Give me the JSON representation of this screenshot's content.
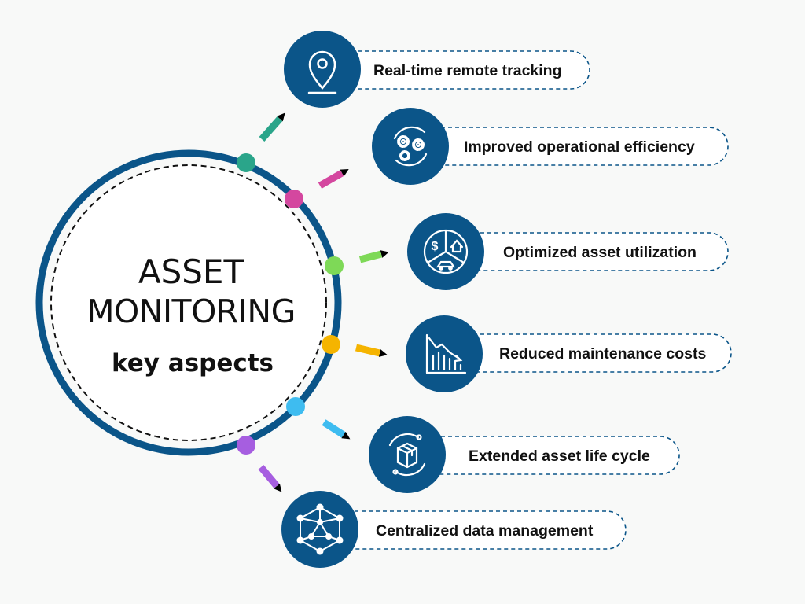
{
  "center": {
    "line1": "ASSET",
    "line2": "MONITORING",
    "line3": "key aspects"
  },
  "items": [
    {
      "label": "Real-time remote tracking",
      "icon": "location-pin-icon",
      "color": "#2aa58a"
    },
    {
      "label": "Improved operational efficiency",
      "icon": "gears-cycle-icon",
      "color": "#d4479f"
    },
    {
      "label": "Optimized asset utilization",
      "icon": "asset-pie-icon",
      "color": "#7ed957"
    },
    {
      "label": "Reduced maintenance costs",
      "icon": "declining-chart-icon",
      "color": "#f5b400"
    },
    {
      "label": "Extended asset life cycle",
      "icon": "box-cycle-icon",
      "color": "#3ebcf0"
    },
    {
      "label": "Centralized data management",
      "icon": "data-network-icon",
      "color": "#a65ee0"
    }
  ],
  "colors": {
    "navy": "#0b5589",
    "background": "#f8f9f8"
  }
}
